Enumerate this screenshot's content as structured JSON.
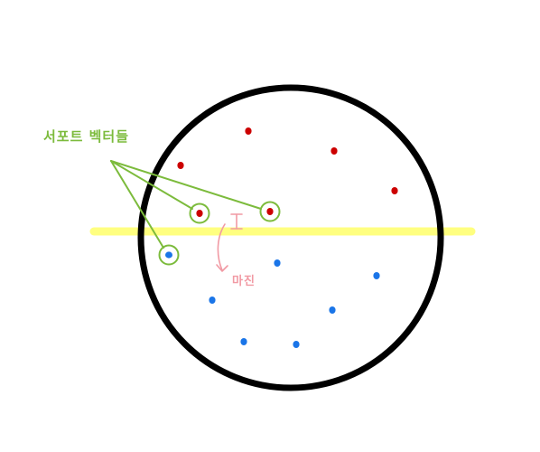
{
  "labels": {
    "support_vectors": "서포트 벡터들",
    "margin": "마진"
  },
  "colors": {
    "circle": "#000000",
    "hyperplane": "#ffff80",
    "class_red": "#cc0000",
    "class_blue": "#1a75e8",
    "support_vector_annotation": "#7cbb3c",
    "margin_annotation": "#f19aa4"
  },
  "points": {
    "red_count": 6,
    "blue_count": 7,
    "support_vector_count": 3
  }
}
